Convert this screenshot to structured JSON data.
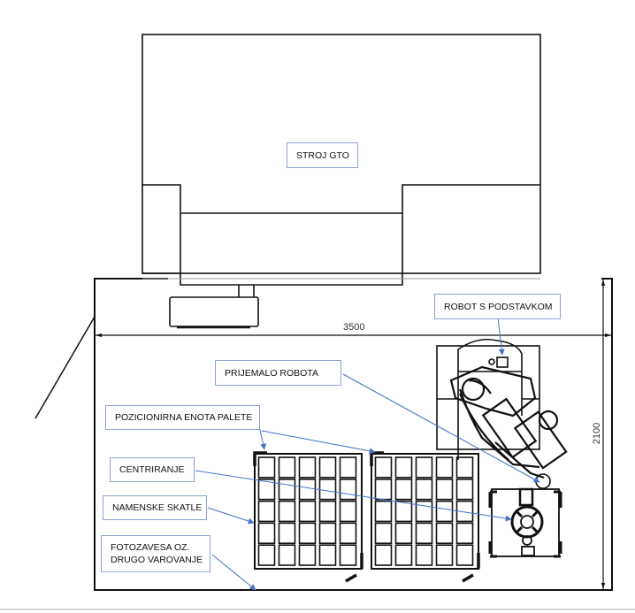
{
  "diagram": {
    "type": "cell layout plan view",
    "labels": {
      "machine": "STROJ GTO",
      "robot": "ROBOT S PODSTAVKOM",
      "gripper": "PRIJEMALO ROBOTA",
      "pallet_positioner": "POZICIONIRNA ENOTA PALETE",
      "centering": "CENTRIRANJE",
      "boxes": "NAMENSKE SKATLE",
      "light_curtain_line1": "FOTOZAVESA OZ.",
      "light_curtain_line2": "DRUGO VAROVANJE"
    },
    "dimensions": {
      "width": "3500",
      "height": "2100"
    },
    "pallets": {
      "count": 2,
      "rows": 5,
      "columns": 5
    },
    "colors": {
      "line": "#111111",
      "label_border": "#8ea3d2",
      "leader_arrow": "#4472c4"
    }
  }
}
